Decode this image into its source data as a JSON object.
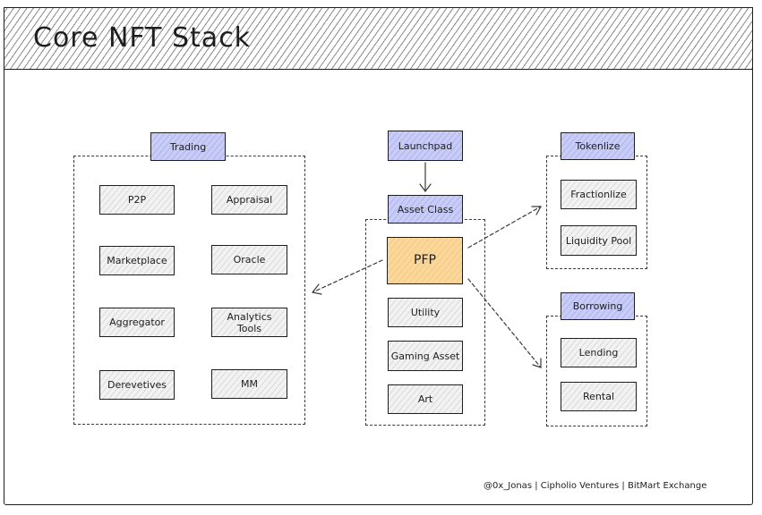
{
  "title": "Core NFT Stack",
  "trading": {
    "label": "Trading",
    "items": [
      "P2P",
      "Appraisal",
      "Marketplace",
      "Oracle",
      "Aggregator",
      "Analytics\nTools",
      "Derevetives",
      "MM"
    ]
  },
  "launchpad": {
    "label": "Launchpad"
  },
  "asset_class": {
    "label": "Asset Class",
    "items": [
      "PFP",
      "Utility",
      "Gaming Asset",
      "Art"
    ]
  },
  "tokenlize": {
    "label": "Tokenlize",
    "items": [
      "Fractionlize",
      "Liquidity Pool"
    ]
  },
  "borrowing": {
    "label": "Borrowing",
    "items": [
      "Lending",
      "Rental"
    ]
  },
  "footer": "@0x_Jonas | Cipholio Ventures | BitMart Exchange",
  "colors": {
    "label_fill": "#c8ccf7",
    "highlight_fill": "#fbd79a",
    "box_fill": "#f2f2f2",
    "stroke": "#1e1e1e"
  }
}
